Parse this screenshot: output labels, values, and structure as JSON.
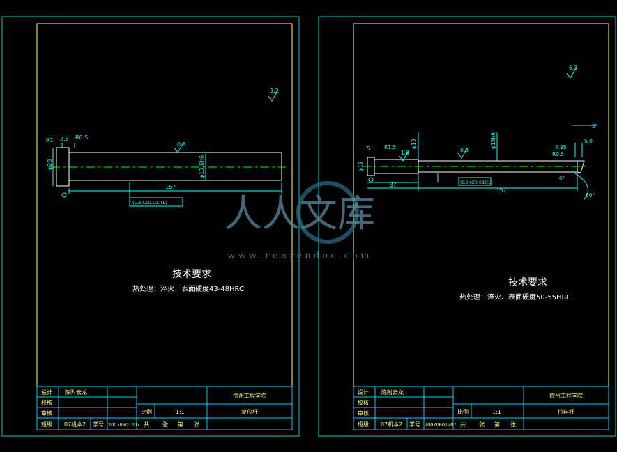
{
  "sheets": [
    {
      "tech_title": "技术要求",
      "tech_note": "热处理：淬火、表面硬度43-48HRC",
      "dims": {
        "d1": "R1",
        "d2": "2.6",
        "d3": "R0.5",
        "len": "157",
        "dia": "φ28",
        "shaft": "φ13.8h6",
        "rough_a": "3.2",
        "rough_b": "0.8",
        "cpl": "(C3)(Z0.01)(L)"
      },
      "title_block": {
        "designer_label": "设计",
        "designer_name": "陈附云龙",
        "check_label": "校核",
        "review_label": "审核",
        "class_label": "班级",
        "class_value": "07机本2",
        "id_label": "学号",
        "id_value": "20070601207",
        "school": "徐州工程学院",
        "scale_label": "比例",
        "scale_value": "1:1",
        "part_name": "复位杆",
        "total": "共",
        "sheets": "张",
        "nth": "第",
        "sheet2": "张"
      }
    },
    {
      "tech_title": "技术要求",
      "tech_note": "热处理：淬火、表面硬度50-55HRC",
      "dims": {
        "d1": "R1.5",
        "d2": "1.6",
        "d3": "5",
        "len": "157",
        "len2": "37",
        "dia": "φ12",
        "shaft": "φ13",
        "shaft2": "φ15h6",
        "rough_a": "0.8",
        "rough_b": "6.3",
        "ang1": "5°",
        "ang2": "6°",
        "ang3": "60°",
        "d4": "4.95",
        "d5": "R0.5",
        "d6": "5.0",
        "cpl": "(C3)(Z0.01)(L)"
      },
      "title_block": {
        "designer_label": "设计",
        "designer_name": "陈附云龙",
        "check_label": "校核",
        "review_label": "审核",
        "class_label": "班级",
        "class_value": "07机本2",
        "id_label": "学号",
        "id_value": "20070601207",
        "school": "徐州工程学院",
        "scale_label": "比例",
        "scale_value": "1:1",
        "part_name": "拉料杆",
        "total": "共",
        "sheets": "张",
        "nth": "第",
        "sheet2": "张"
      }
    }
  ],
  "watermark": {
    "brand": "人人文库",
    "url": "w w w . r e n r e n d o c . c o m"
  },
  "colors": {
    "frame_outer": "#00cccc",
    "frame_inner": "#ffff66",
    "line": "#ffffff",
    "dim": "#00ffff",
    "center": "#00ff00",
    "bg": "#000000"
  }
}
